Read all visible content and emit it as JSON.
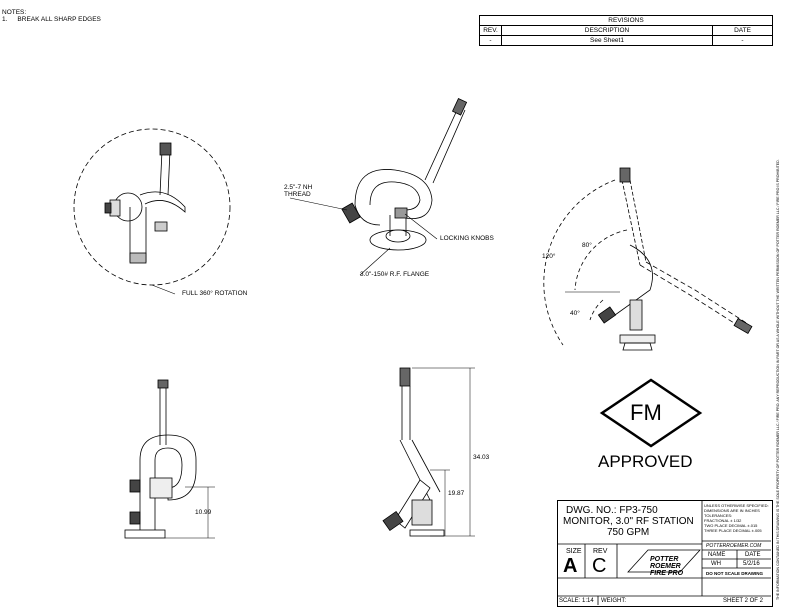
{
  "notes": {
    "heading": "NOTES:",
    "items": [
      {
        "num": "1.",
        "text": "BREAK ALL SHARP EDGES"
      }
    ]
  },
  "revisions": {
    "title": "REVISIONS",
    "headers": [
      "REV.",
      "DESCRIPTION",
      "DATE"
    ],
    "rows": [
      [
        "-",
        "See Sheet1",
        "-"
      ]
    ]
  },
  "callouts": {
    "rotation": "FULL 360° ROTATION",
    "thread_line1": "2.5\"-7 NH",
    "thread_line2": "THREAD",
    "locking": "LOCKING KNOBS",
    "flange": "3.0\"-150# R.F. FLANGE",
    "angle_120": "120°",
    "angle_80": "80°",
    "angle_40": "40°",
    "dim_1099": "10.99",
    "dim_1987": "19.87",
    "dim_3403": "34.03"
  },
  "fm": {
    "logo": "FM",
    "approved": "APPROVED"
  },
  "title_block": {
    "dwg_no": "DWG. NO.: FP3-750",
    "title_line1": "MONITOR, 3.0\" RF STATION",
    "title_line2": "750 GPM",
    "size_label": "SIZE",
    "size": "A",
    "rev_label": "REV",
    "rev": "C",
    "logo_text": "POTTER ROEMER FIRE PRO",
    "tol_line1": "UNLESS OTHERWISE SPECIFIED:",
    "tol_line2": "DIMENSIONS ARE IN INCHES",
    "tol_line3": "TOLERANCES:",
    "tol_frac": "FRACTIONAL ± 1/32",
    "tol_two": "TWO PLACE DECIMAL  ±.015",
    "tol_three": "THREE PLACE DECIMAL  ±.005",
    "website": "POTTERROEMER.COM",
    "name_label": "NAME",
    "date_label": "DATE",
    "name": "WH",
    "date": "5/2/16",
    "no_scale": "DO NOT SCALE DRAWING",
    "scale": "SCALE: 1:14",
    "weight": "WEIGHT:",
    "sheet": "SHEET 2 OF 2"
  },
  "side_note": "THE INFORMATION CONTAINED IN THIS DRAWING IS THE SOLE PROPERTY OF POTTER ROEMER LLC / FIRE PRO. ANY REPRODUCTION IN PART OR AS A WHOLE WITHOUT THE WRITTEN PERMISSION OF POTTER ROEMER LLC / FIRE PRO IS PROHIBITED."
}
